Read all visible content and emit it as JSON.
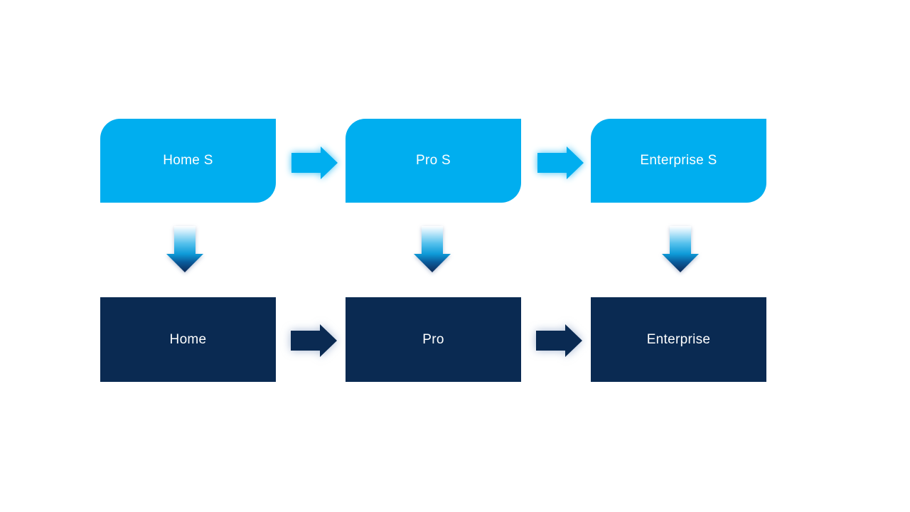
{
  "slide": {
    "background": "#FFFFFF",
    "nodes": {
      "top_row": [
        {
          "label": "Home S"
        },
        {
          "label": "Pro S"
        },
        {
          "label": "Enterprise S"
        }
      ],
      "bottom_row": [
        {
          "label": "Home"
        },
        {
          "label": "Pro"
        },
        {
          "label": "Enterprise"
        }
      ]
    },
    "connectors": {
      "top_row_arrows": 2,
      "bottom_row_arrows": 2,
      "down_arrows": 3
    },
    "colors": {
      "top_box_fill": "#00AEEF",
      "bottom_box_fill": "#0A2A52",
      "label_text": "#FFFFFF",
      "top_arrow_fill": "#00AEEF",
      "bottom_arrow_fill": "#0A2A52",
      "down_arrow_gradient": [
        "#FFFFFF",
        "#CBECFB",
        "#53C0EC",
        "#0E9BD8",
        "#0A5B9B",
        "#0F2A56"
      ]
    },
    "icons": {
      "right_arrow": "right-arrow-icon",
      "down_arrow": "down-arrow-icon"
    }
  }
}
